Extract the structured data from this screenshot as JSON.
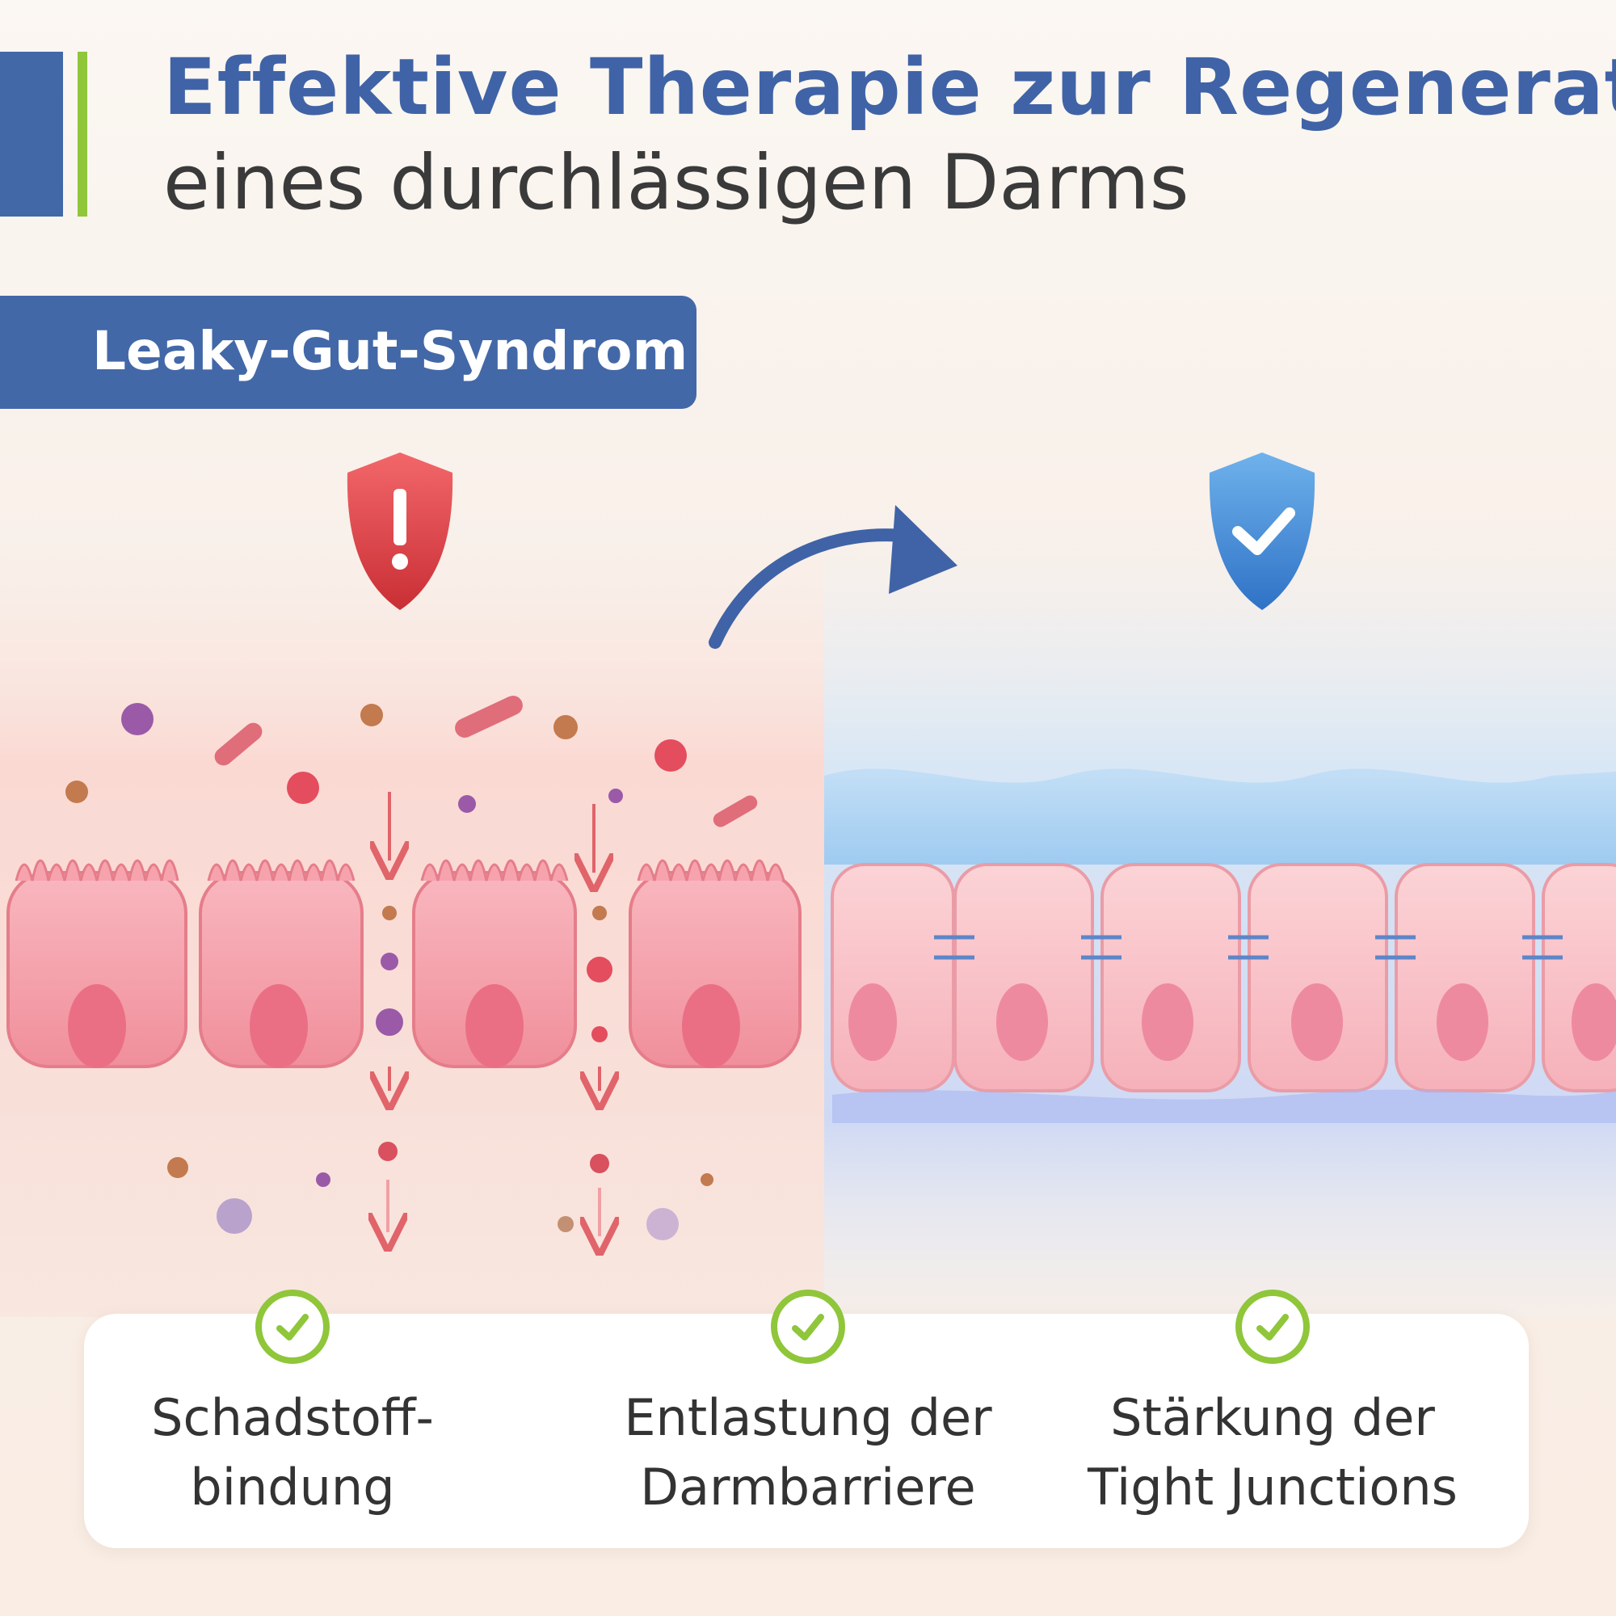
{
  "header": {
    "title": "Effektive Therapie zur Regeneration",
    "subtitle": "eines durchlässigen Darms"
  },
  "badge": {
    "label": "Leaky-Gut-Syndrom"
  },
  "illustration": {
    "left_state_icon": "warning-shield-icon",
    "right_state_icon": "check-shield-icon",
    "arrow_icon": "curved-arrow-icon",
    "colors": {
      "damaged": "#e1484d",
      "healthy": "#3f86cf",
      "cells": "#f6a3ae"
    }
  },
  "benefits": [
    {
      "icon": "check-icon",
      "label": "Schadstoff-\nbindung"
    },
    {
      "icon": "check-icon",
      "label": "Entlastung der\nDarmbarriere"
    },
    {
      "icon": "check-icon",
      "label": "Stärkung der\nTight Junctions"
    }
  ],
  "colors": {
    "brand_blue": "#4368a8",
    "brand_green": "#8fc63a"
  }
}
